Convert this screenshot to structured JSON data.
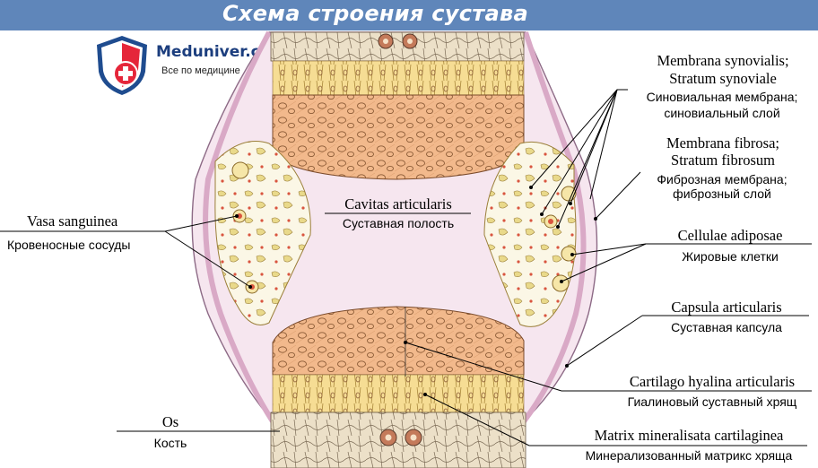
{
  "header": {
    "title": "Схема строения сустава"
  },
  "logo": {
    "brand": "Meduniver.com",
    "tagline": "Все по медицине"
  },
  "labels": {
    "synovialis_lat1": "Membrana synovialis;",
    "synovialis_lat2": "Stratum synoviale",
    "synovialis_rus": "Синовиальная мембрана;",
    "synovialis_rus2": "синовиальный слой",
    "fibrosa_lat1": "Membrana fibrosa;",
    "fibrosa_lat2": "Stratum fibrosum",
    "fibrosa_rus": "Фиброзная мембрана;",
    "fibrosa_rus2": "фиброзный слой",
    "cavitas_lat": "Cavitas articularis",
    "cavitas_rus": "Суставная полость",
    "vasa_lat": "Vasa sanguinea",
    "vasa_rus": "Кровеносные сосуды",
    "adiposae_lat": "Cellulae adiposae",
    "adiposae_rus": "Жировые клетки",
    "capsula_lat": "Capsula articularis",
    "capsula_rus": "Суставная капсула",
    "hyalina_lat": "Cartilago hyalina articularis",
    "hyalina_rus": "Гиалиновый суставный хрящ",
    "os_lat": "Os",
    "os_rus": "Кость",
    "matrix_lat": "Matrix mineralisata cartilaginea",
    "matrix_rus": "Минерализованный матрикс хряща"
  },
  "colors": {
    "header_bg": "#5f86ba",
    "cartilage": "#f2b98c",
    "calcified": "#f6dd94",
    "bone": "#eddcc0",
    "capsule": "#e5b8d4",
    "synovial_fat": "#e9d98a",
    "vessel": "#d9553f"
  }
}
